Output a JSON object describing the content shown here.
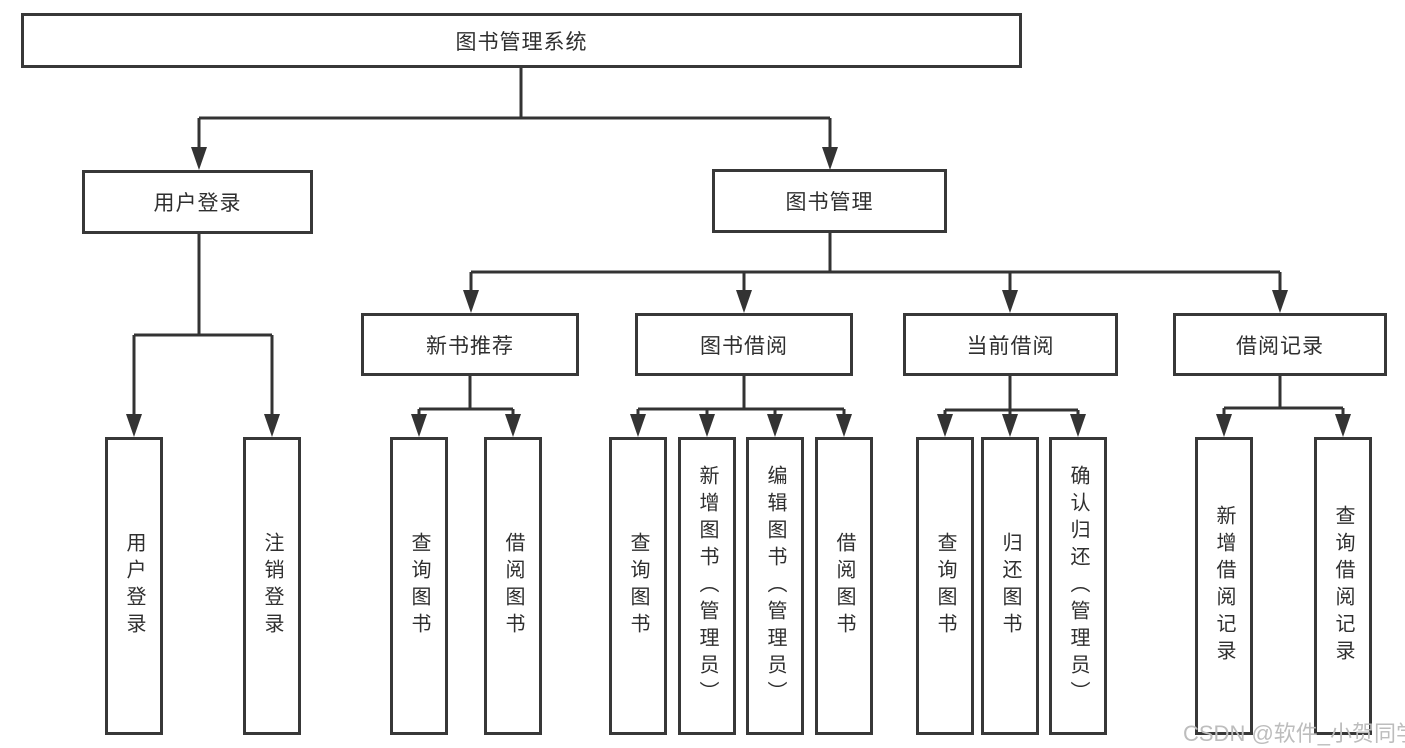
{
  "diagram": {
    "title_node": {
      "label": "图书管理系统"
    },
    "level2": [
      {
        "label": "用户登录"
      },
      {
        "label": "图书管理"
      }
    ],
    "level3": [
      {
        "label": "新书推荐"
      },
      {
        "label": "图书借阅"
      },
      {
        "label": "当前借阅"
      },
      {
        "label": "借阅记录"
      }
    ],
    "leaves": [
      {
        "label": "用户登录",
        "parent": "用户登录"
      },
      {
        "label": "注销登录",
        "parent": "用户登录"
      },
      {
        "label": "查询图书",
        "parent": "新书推荐"
      },
      {
        "label": "借阅图书",
        "parent": "新书推荐"
      },
      {
        "label": "查询图书",
        "parent": "图书借阅"
      },
      {
        "label": "新增图书（管理员）",
        "parent": "图书借阅"
      },
      {
        "label": "编辑图书（管理员）",
        "parent": "图书借阅"
      },
      {
        "label": "借阅图书",
        "parent": "图书借阅"
      },
      {
        "label": "查询图书",
        "parent": "当前借阅"
      },
      {
        "label": "归还图书",
        "parent": "当前借阅"
      },
      {
        "label": "确认归还（管理员）",
        "parent": "当前借阅"
      },
      {
        "label": "新增借阅记录",
        "parent": "借阅记录"
      },
      {
        "label": "查询借阅记录",
        "parent": "借阅记录"
      }
    ],
    "colors": {
      "line": "#333333",
      "border": "#383838",
      "text": "#2f2f2f",
      "background": "#ffffff",
      "watermark": "#bdbdbd"
    }
  },
  "watermark": {
    "text": "CSDN @软件_小贺同学"
  }
}
